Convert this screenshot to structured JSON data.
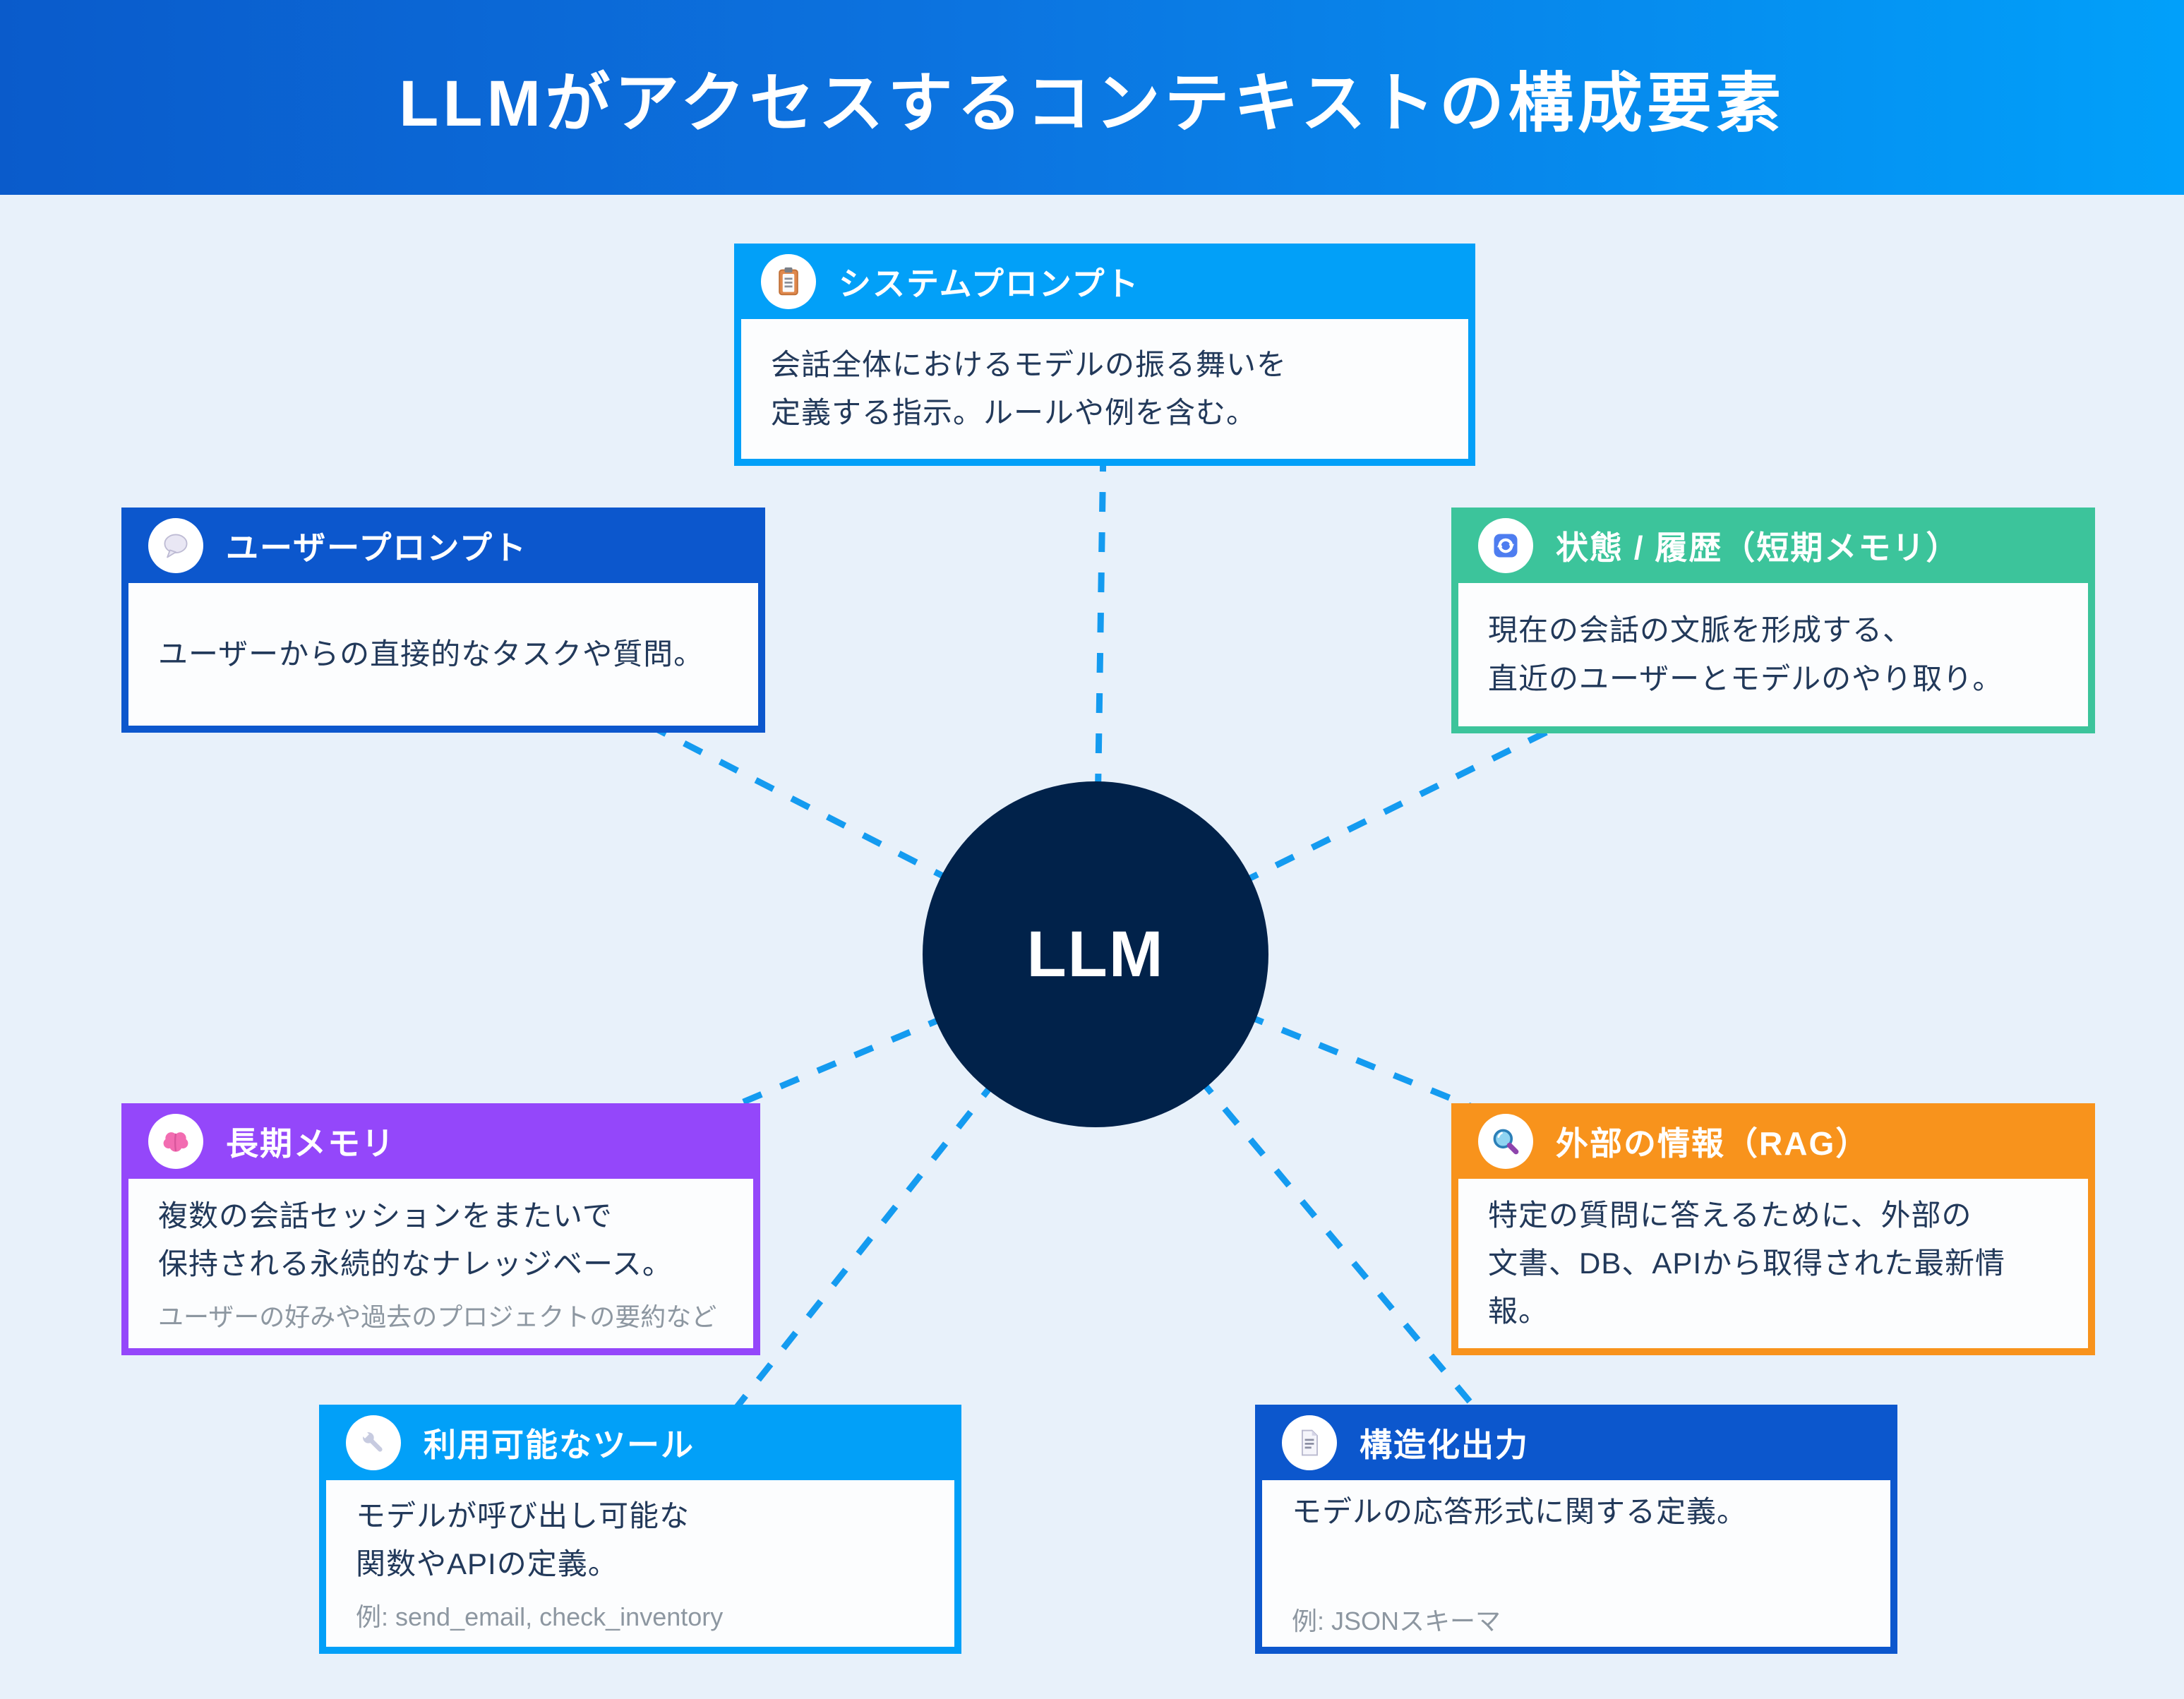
{
  "page": {
    "title": "LLMがアクセスするコンテキストの構成要素",
    "background_color": "#E8F1FA",
    "banner_gradient_left": "#0A5BCB",
    "banner_gradient_right": "#01A0FA",
    "connector_color": "#149BF0"
  },
  "center": {
    "label": "LLM",
    "color": "#01224A"
  },
  "cards": {
    "system_prompt": {
      "title": "システムプロンプト",
      "body": "会話全体におけるモデルの振る舞いを\n定義する指示。ルールや例を含む。",
      "icon": "clipboard-icon",
      "accent": "#02A0F8"
    },
    "user_prompt": {
      "title": "ユーザープロンプト",
      "body": "ユーザーからの直接的なタスクや質問。",
      "icon": "speech-balloon-icon",
      "accent": "#0C57CD"
    },
    "state_history": {
      "title": "状態 / 履歴（短期メモリ）",
      "body": "現在の会話の文脈を形成する、\n直近のユーザーとモデルのやり取り。",
      "icon": "cycle-arrows-icon",
      "accent": "#3CC49B"
    },
    "long_term_memory": {
      "title": "長期メモリ",
      "body": "複数の会話セッションをまたいで\n保持される永続的なナレッジベース。",
      "note": "ユーザーの好みや過去のプロジェクトの要約など",
      "icon": "brain-icon",
      "accent": "#9447FA"
    },
    "external_rag": {
      "title": "外部の情報（RAG）",
      "body": "特定の質問に答えるために、外部の\n文書、DB、APIから取得された最新情報。",
      "icon": "magnifying-glass-icon",
      "accent": "#F8931C"
    },
    "available_tools": {
      "title": "利用可能なツール",
      "body": "モデルが呼び出し可能な\n関数やAPIの定義。",
      "note": "例: send_email, check_inventory",
      "icon": "wrench-icon",
      "accent": "#02A0F8"
    },
    "structured_output": {
      "title": "構造化出力",
      "body": "モデルの応答形式に関する定義。",
      "note": "例: JSONスキーマ",
      "icon": "document-icon",
      "accent": "#0C57CD"
    }
  }
}
